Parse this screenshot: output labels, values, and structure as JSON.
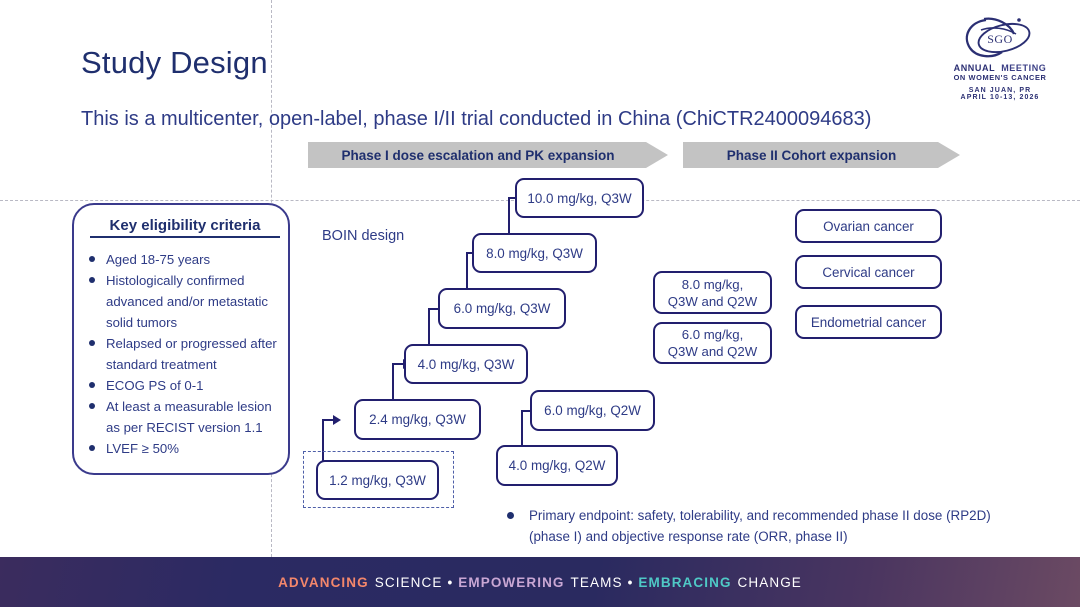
{
  "slide": {
    "title": "Study Design",
    "subtitle": "This is a multicenter, open-label, phase I/II trial conducted in China (ChiCTR2400094683)"
  },
  "phases": [
    {
      "label": "Phase I dose escalation and PK expansion"
    },
    {
      "label": "Phase II Cohort expansion"
    }
  ],
  "eligibility": {
    "heading": "Key eligibility criteria",
    "items": [
      "Aged 18-75 years",
      "Histologically confirmed advanced and/or metastatic solid tumors",
      "Relapsed or progressed after standard treatment",
      "ECOG PS of 0-1",
      "At least a measurable lesion as per RECIST version 1.1",
      "LVEF ≥ 50%"
    ]
  },
  "design": {
    "method_label": "BOIN design",
    "escalation_q3w": [
      {
        "label": "1.2 mg/kg, Q3W"
      },
      {
        "label": "2.4 mg/kg, Q3W"
      },
      {
        "label": "4.0 mg/kg, Q3W"
      },
      {
        "label": "6.0 mg/kg, Q3W"
      },
      {
        "label": "8.0 mg/kg, Q3W"
      },
      {
        "label": "10.0 mg/kg, Q3W"
      }
    ],
    "escalation_q2w": [
      {
        "label": "4.0 mg/kg, Q2W"
      },
      {
        "label": "6.0 mg/kg, Q2W"
      }
    ],
    "expansion_doses": [
      {
        "line1": "8.0 mg/kg,",
        "line2": "Q3W and Q2W"
      },
      {
        "line1": "6.0 mg/kg,",
        "line2": "Q3W and Q2W"
      }
    ],
    "cohorts": [
      {
        "label": "Ovarian cancer"
      },
      {
        "label": "Cervical cancer"
      },
      {
        "label": "Endometrial cancer"
      }
    ]
  },
  "endpoint": {
    "text": "Primary endpoint: safety, tolerability, and recommended phase II dose (RP2D) (phase I) and objective response rate (ORR, phase II)"
  },
  "logo": {
    "mark_text": "SGO",
    "line1_a": "ANNUAL",
    "line1_b": "MEETING",
    "line2": "ON WOMEN'S CANCER",
    "line3": "SAN JUAN, PR",
    "line4": "APRIL 10-13, 2026"
  },
  "footer": {
    "word1": "ADVANCING",
    "word2": "SCIENCE",
    "sep1": "•",
    "word3": "EMPOWERING",
    "word4": "TEAMS",
    "sep2": "•",
    "word5": "EMBRACING",
    "word6": "CHANGE"
  },
  "colors": {
    "navy": "#1f2f6e",
    "box_border": "#221f6e",
    "text_blue": "#2e3b86",
    "chevron_gray": "#c3c3c3"
  }
}
